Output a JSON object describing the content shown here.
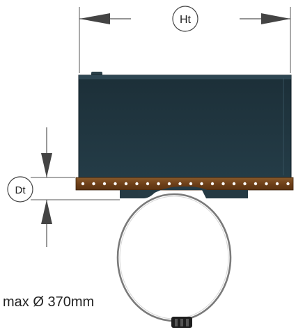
{
  "labels": {
    "height_dimension": "Ht",
    "depth_dimension": "Dt",
    "clamp_spec": "max Ø 370mm"
  },
  "colors": {
    "housing": "#1f3540",
    "rail": "#7a4a20",
    "rail_dot": "#ffffff",
    "dimension_line": "#444444",
    "clamp_ring": "#777777"
  }
}
